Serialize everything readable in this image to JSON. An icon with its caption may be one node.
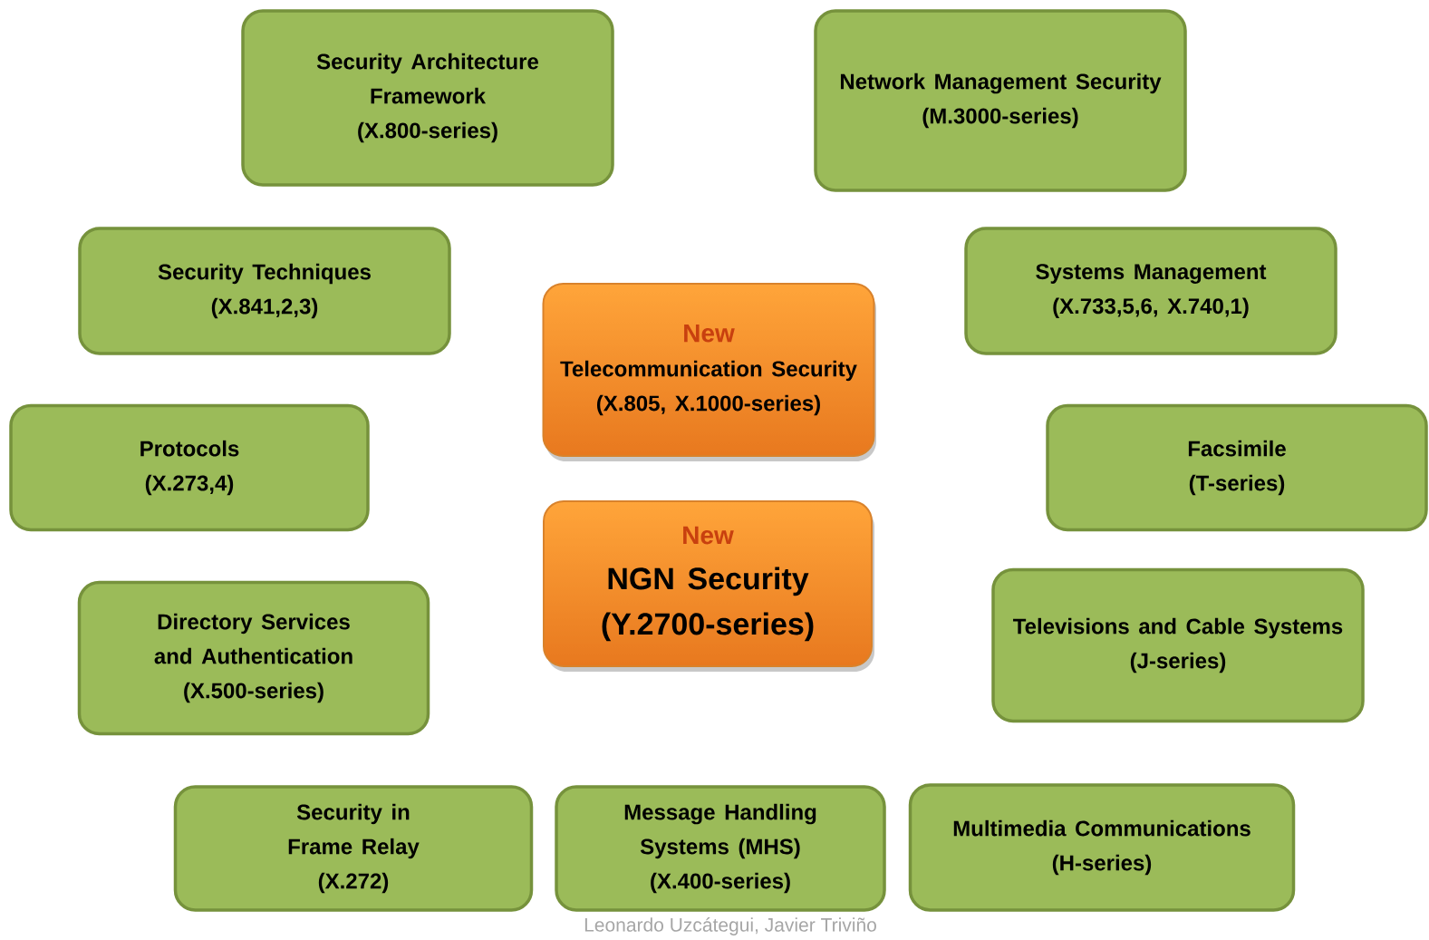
{
  "diagram": {
    "nodes": [
      {
        "text": [
          "Security Architecture Framework",
          "(X.800-series)"
        ]
      },
      {
        "text": [
          "Network Management Security",
          "(M.3000-series)"
        ]
      },
      {
        "text": [
          "Security Techniques",
          "(X.841,2,3)"
        ]
      },
      {
        "text": [
          "New",
          "Telecommunication Security",
          "(X.805, X.1000-series)"
        ]
      },
      {
        "text": [
          "Systems Management",
          "(X.733,5,6, X.740,1)"
        ]
      },
      {
        "text": [
          "Protocols",
          "(X.273,4)"
        ]
      },
      {
        "text": [
          "Facsimile",
          "(T-series)"
        ]
      },
      {
        "text": [
          "New",
          "NGN Security",
          "(Y.2700-series)"
        ]
      },
      {
        "text": [
          "Directory Services and Authentication",
          "(X.500-series)"
        ]
      },
      {
        "text": [
          "Televisions and Cable Systems",
          "(J-series)"
        ]
      },
      {
        "text": [
          "Security in Frame Relay",
          "(X.272)"
        ]
      },
      {
        "text": [
          "Message Handling Systems (MHS)",
          "(X.400-series)"
        ]
      },
      {
        "text": [
          "Multimedia Communications",
          "(H-series)"
        ]
      }
    ],
    "labels": [
      "Leonardo Uzcátegui, Javier Triviño"
    ]
  }
}
